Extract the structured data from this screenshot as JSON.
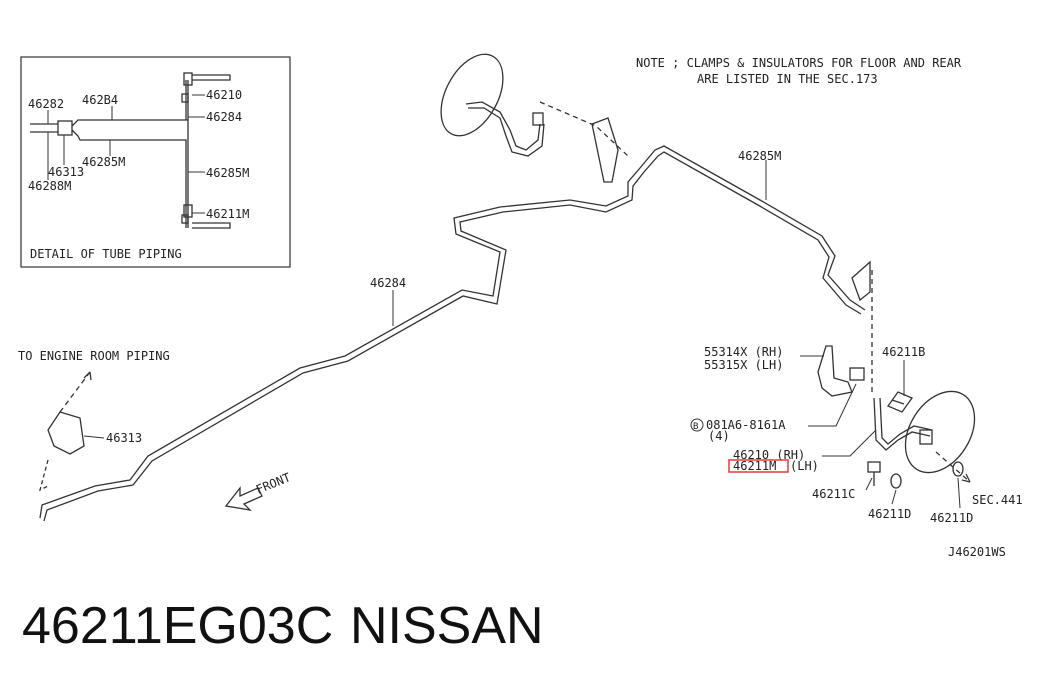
{
  "note": {
    "line1": "NOTE ; CLAMPS & INSULATORS FOR FLOOR AND REAR",
    "line2": "ARE LISTED IN THE SEC.173"
  },
  "detail": {
    "title": "DETAIL OF TUBE PIPING",
    "labels": {
      "p46282": "46282",
      "p46284_top": "462B4",
      "p46285m_left": "46285M",
      "p46313": "46313",
      "p46288m": "46288M",
      "p46210": "46210",
      "p46284_right": "46284",
      "p46285m_right": "46285M",
      "p46211m": "46211M"
    }
  },
  "main": {
    "labels": {
      "p46285m": "46285M",
      "p46284": "46284",
      "engine_room": "TO ENGINE ROOM PIPING",
      "p46313": "46313",
      "front": "FRONT",
      "p55314x": "55314X (RH)",
      "p55315x": "55315X (LH)",
      "p46211b": "46211B",
      "bolt_circle": "B",
      "bolt": "081A6-8161A",
      "bolt_qty": "(4)",
      "p46210_rh": "46210  (RH)",
      "p46211m_code": "46211M",
      "lh_suffix": "(LH)",
      "p46211c": "46211C",
      "p46211d_a": "46211D",
      "p46211d_b": "46211D",
      "sec441": "SEC.441",
      "drawing_id": "J46201WS"
    },
    "highlight_color": "#e53935"
  },
  "caption": {
    "part_number": "46211EG03C",
    "brand": "NISSAN"
  }
}
